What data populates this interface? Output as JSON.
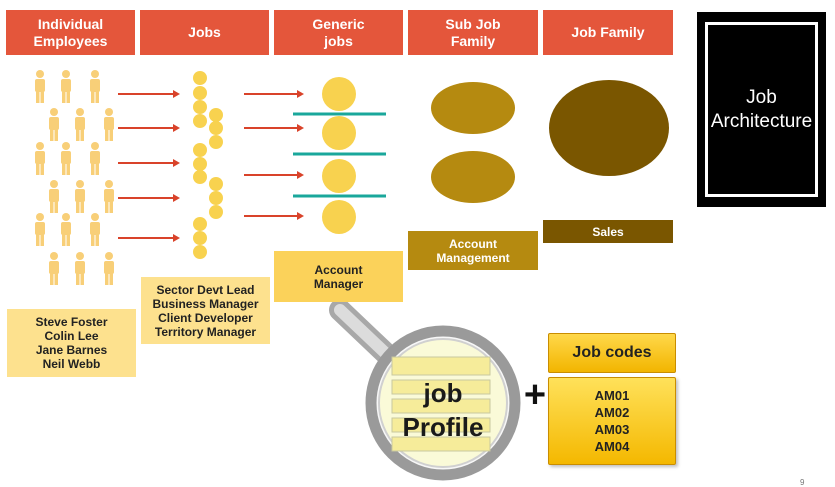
{
  "headers": [
    {
      "id": "individual-employees",
      "label": "Individual\nEmployees"
    },
    {
      "id": "jobs",
      "label": "Jobs"
    },
    {
      "id": "generic-jobs",
      "label": "Generic\njobs"
    },
    {
      "id": "sub-job-family",
      "label": "Sub Job\nFamily"
    },
    {
      "id": "job-family",
      "label": "Job Family"
    }
  ],
  "employees_box": {
    "text": "Steve Foster\nColin Lee\nJane Barnes\nNeil Webb"
  },
  "jobs_box": {
    "text": "Sector Devt Lead\nBusiness Manager\nClient Developer\nTerritory Manager"
  },
  "generic_job_box": {
    "text": "Account\nManager"
  },
  "sub_family_box": {
    "text": "Account\nManagement"
  },
  "family_box": {
    "text": "Sales"
  },
  "architecture": {
    "text": "Job\nArchitecture"
  },
  "profile": {
    "text": "job\nProfile"
  },
  "plus": "+",
  "job_codes": {
    "title": "Job codes",
    "codes": [
      "AM01",
      "AM02",
      "AM03",
      "AM04"
    ]
  },
  "page_number": "9",
  "colors": {
    "header": "#e4563b",
    "person": "#f8cf78",
    "arrow": "#d9432a",
    "circle": "#f8d24f",
    "teal": "#1aa79b",
    "sub_family": "#b58a10",
    "family": "#7a5600",
    "pale_box": "#fde18e",
    "black": "#000000",
    "gold": "#f4b800"
  }
}
